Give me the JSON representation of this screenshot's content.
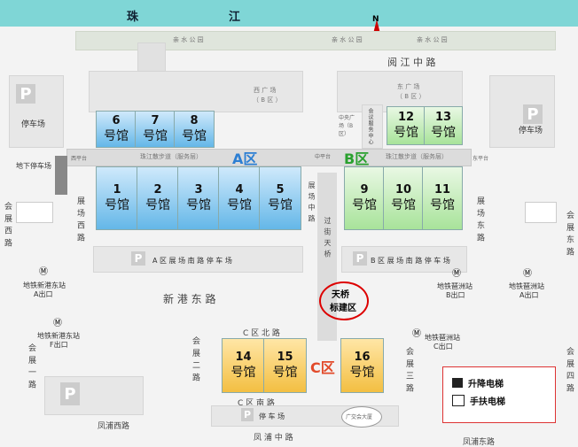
{
  "river": {
    "char1": "珠",
    "char2": "江"
  },
  "north": "N",
  "park_left": "亲 水 公 园",
  "park_mid": "亲 水 公 园",
  "park_right": "亲 水 公 园",
  "roads": {
    "minjiang": "阅 江 中 路",
    "xingang": "新 港 东 路",
    "fengpu_west": "凤浦西路",
    "fengpu_mid": "凤 浦 中 路",
    "fengpu_east": "凤浦东路",
    "huizhan_west": "展 场 西 路",
    "huizhan_east": "展 场 东 路",
    "huizhan_xi_left": "会 展 西 路",
    "huizhan_east_right": "会 展 东 路",
    "huizhan_1": "会 展 一 路",
    "huizhan_2": "会 展 二 路",
    "huizhan_3": "会 展 三 路",
    "huizhan_4": "会 展 四 路",
    "c_north": "C 区 北 路",
    "c_south": "C 区 南 路",
    "zhujiang_walk_a": "珠江散步道（服务层）",
    "zhujiang_walk_b": "珠江散步道（服务层）",
    "huizhan_central": "展 场 中 路",
    "overpass": "过 街 天 桥"
  },
  "squares": {
    "west_title": "西 广 场",
    "west_sub": "（ B 区 ）",
    "east_title": "东 广 场",
    "east_sub": "（ B 区 ）",
    "center": "中央广场（B区）",
    "conference": "会议服务中心",
    "west_platform": "西平台",
    "east_platform": "东平台",
    "mid_platform": "中平台"
  },
  "parking": {
    "nw": "停车场",
    "ne": "停车场",
    "underground": "地下停车场",
    "a_south": "A 区 展 场 南 路 停 车 场",
    "b_south": "B 区 展 场 南 路 停 车 场",
    "c": "停 车 场",
    "letter": "P"
  },
  "zones": {
    "a": "A区",
    "b": "B区",
    "c": "C区"
  },
  "halls": {
    "hall_word": "号馆",
    "a_top": [
      "6",
      "7",
      "8"
    ],
    "a_bottom": [
      "1",
      "2",
      "3",
      "4",
      "5"
    ],
    "b_top": [
      "12",
      "13"
    ],
    "b_bottom": [
      "9",
      "10",
      "11"
    ],
    "c": [
      "14",
      "15",
      "16"
    ]
  },
  "stations": {
    "xingang_a_name": "地铁新港东站",
    "xingang_a_exit": "A出口",
    "xingang_f_name": "地铁新港东站",
    "xingang_f_exit": "F出口",
    "pazhou_b_name": "地铁琶洲站",
    "pazhou_b_exit": "B出口",
    "pazhou_a_name": "地铁琶洲站",
    "pazhou_a_exit": "A出口",
    "pazhou_c_name": "地铁琶洲站",
    "pazhou_c_exit": "C出口"
  },
  "landmark": {
    "line1": "天桥",
    "line2": "标建区"
  },
  "building": "广交会大厦",
  "legend": {
    "lift": "升降电梯",
    "escalator": "手扶电梯"
  },
  "colors": {
    "river": "#7fd6d6",
    "zoneA": "#2d7fd3",
    "zoneB": "#2aa12f",
    "zoneC": "#e24a2a"
  }
}
